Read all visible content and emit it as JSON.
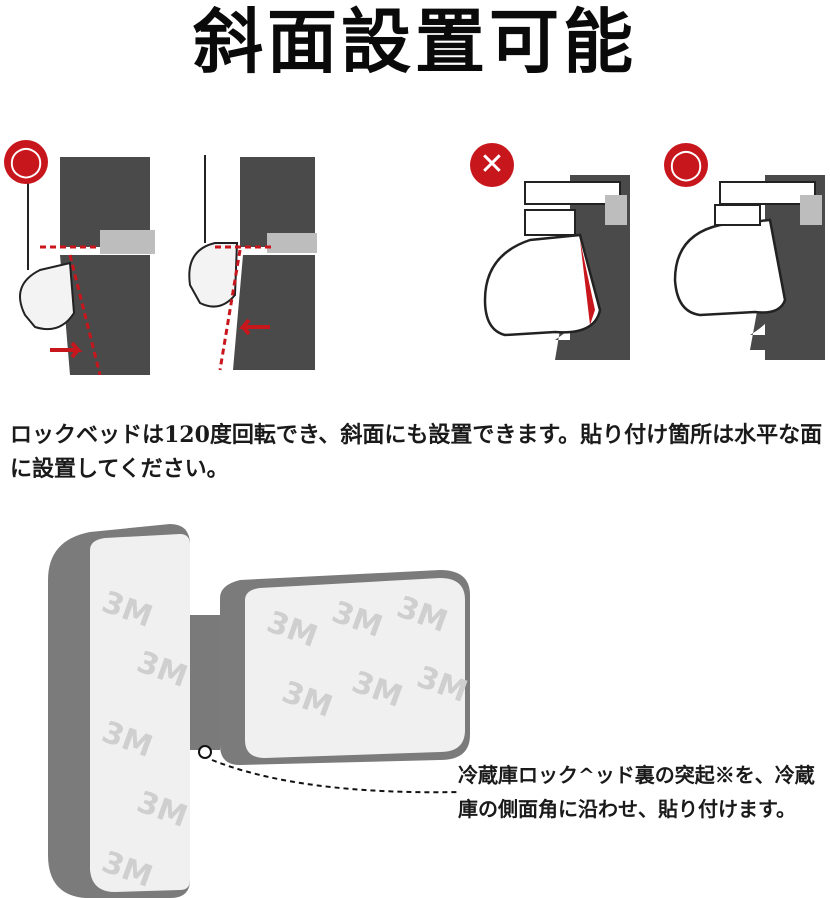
{
  "title": "斜面設置可能",
  "marks": {
    "ok": "◯",
    "ng": "✕"
  },
  "colors": {
    "accent": "#c8161d",
    "panel": "#4a4a4a",
    "gray": "#8a8a8a"
  },
  "description": "ロックベッドは120度回転でき、斜面にも設置できます。貼り付け箇所は水平な面に設置してください。",
  "note": "冷蔵庫ロック^ッド裏の突起※を、冷蔵庫の側面角に沿わせ、貼り付けます。",
  "tape_brand": "3M"
}
